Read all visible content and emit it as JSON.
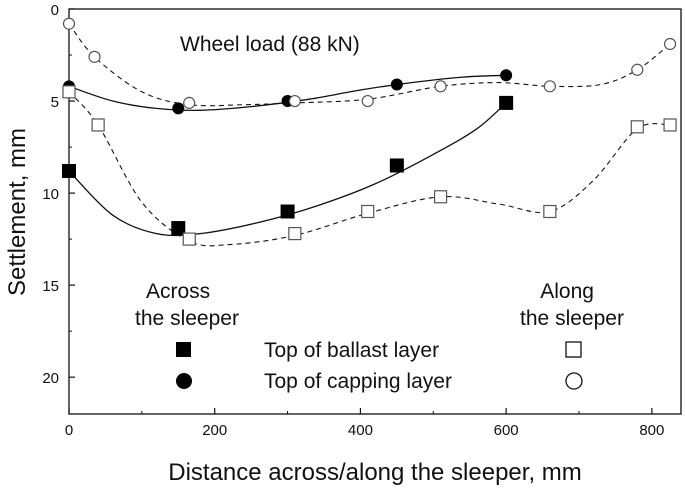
{
  "chart_data": {
    "type": "line",
    "annotation": "Wheel load (88 kN)",
    "xlabel": "Distance across/along the sleeper, mm",
    "ylabel": "Settlement, mm",
    "xlim": [
      0,
      840
    ],
    "ylim": [
      0,
      22
    ],
    "y_inverted": true,
    "x_ticks": [
      0,
      200,
      400,
      600,
      800
    ],
    "y_ticks": [
      0,
      5,
      10,
      15,
      20
    ],
    "grid": false,
    "legend": {
      "col_left_header": "Across\nthe sleeper",
      "col_right_header": "Along\nthe sleeper",
      "rows": [
        "Top of ballast layer",
        "Top of capping layer"
      ]
    },
    "series": [
      {
        "name": "Top of ballast layer (across)",
        "marker": "filled-square",
        "line": "solid",
        "points": [
          [
            0,
            8.8
          ],
          [
            150,
            11.9
          ],
          [
            300,
            11.0
          ],
          [
            450,
            8.5
          ],
          [
            600,
            5.1
          ]
        ],
        "curve": [
          [
            0,
            8.8
          ],
          [
            60,
            11.2
          ],
          [
            120,
            12.2
          ],
          [
            180,
            12.2
          ],
          [
            260,
            11.6
          ],
          [
            340,
            10.7
          ],
          [
            420,
            9.5
          ],
          [
            500,
            7.9
          ],
          [
            560,
            6.5
          ],
          [
            600,
            5.1
          ]
        ]
      },
      {
        "name": "Top of capping layer (across)",
        "marker": "filled-circle",
        "line": "solid",
        "points": [
          [
            0,
            4.2
          ],
          [
            150,
            5.4
          ],
          [
            300,
            5.0
          ],
          [
            450,
            4.1
          ],
          [
            600,
            3.6
          ]
        ],
        "curve": [
          [
            0,
            4.2
          ],
          [
            60,
            5.0
          ],
          [
            120,
            5.4
          ],
          [
            180,
            5.5
          ],
          [
            250,
            5.3
          ],
          [
            330,
            4.9
          ],
          [
            400,
            4.4
          ],
          [
            470,
            4.0
          ],
          [
            540,
            3.7
          ],
          [
            600,
            3.6
          ]
        ]
      },
      {
        "name": "Top of ballast layer (along)",
        "marker": "open-square",
        "line": "dashed",
        "points": [
          [
            0,
            4.5
          ],
          [
            40,
            6.3
          ],
          [
            165,
            12.5
          ],
          [
            310,
            12.2
          ],
          [
            410,
            11.0
          ],
          [
            510,
            10.2
          ],
          [
            660,
            11.0
          ],
          [
            780,
            6.4
          ],
          [
            825,
            6.3
          ]
        ],
        "curve": [
          [
            0,
            4.5
          ],
          [
            40,
            6.3
          ],
          [
            100,
            10.5
          ],
          [
            165,
            12.6
          ],
          [
            220,
            12.8
          ],
          [
            310,
            12.3
          ],
          [
            410,
            11.1
          ],
          [
            510,
            10.2
          ],
          [
            590,
            10.6
          ],
          [
            660,
            11.0
          ],
          [
            720,
            9.3
          ],
          [
            780,
            6.5
          ],
          [
            825,
            6.3
          ]
        ]
      },
      {
        "name": "Top of capping layer (along)",
        "marker": "open-circle",
        "line": "dashed",
        "points": [
          [
            0,
            0.8
          ],
          [
            35,
            2.6
          ],
          [
            165,
            5.1
          ],
          [
            310,
            5.0
          ],
          [
            410,
            5.0
          ],
          [
            510,
            4.2
          ],
          [
            660,
            4.2
          ],
          [
            780,
            3.3
          ],
          [
            825,
            1.9
          ]
        ],
        "curve": [
          [
            0,
            0.8
          ],
          [
            35,
            2.6
          ],
          [
            100,
            4.5
          ],
          [
            165,
            5.2
          ],
          [
            240,
            5.2
          ],
          [
            310,
            5.1
          ],
          [
            410,
            4.9
          ],
          [
            510,
            4.2
          ],
          [
            590,
            4.0
          ],
          [
            660,
            4.2
          ],
          [
            730,
            4.1
          ],
          [
            780,
            3.3
          ],
          [
            825,
            1.9
          ]
        ]
      }
    ]
  }
}
